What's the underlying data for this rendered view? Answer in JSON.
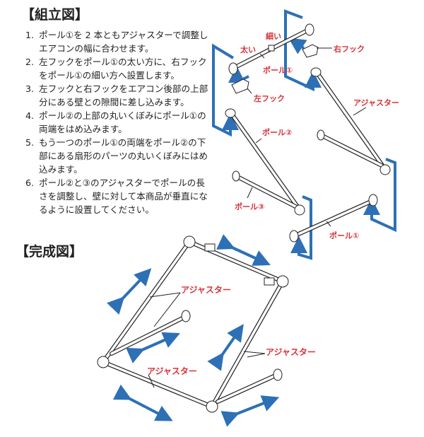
{
  "assembly": {
    "title": "【組立図】",
    "steps": [
      {
        "num": "1.",
        "text": "ポール①を 2 本ともアジャスターで調整しエアコンの幅に合わせます。"
      },
      {
        "num": "2.",
        "text": "左フックをポール①の太い方に、右フックをポール①の細い方へ設置します。"
      },
      {
        "num": "3.",
        "text": "左フックと右フックをエアコン後部の上部分にある壁との隙間に差し込みます。"
      },
      {
        "num": "4.",
        "text": "ポール②の上部の丸いくぼみにポール①の両端をはめ込みます。"
      },
      {
        "num": "5.",
        "text": "もう一つのポール①の両端をポール②の下部にある扇形のパーツの丸いくぼみにはめ込みます。"
      },
      {
        "num": "6.",
        "text": "ポール②と③のアジャスターでポールの長さを調整し、壁に対して本商品が垂直になるように設置してください。"
      }
    ],
    "labels": {
      "thin": "細い",
      "thick": "太い",
      "right_hook": "右フック",
      "pole1_top": "ポール①",
      "left_hook": "左フック",
      "adjuster": "アジャスター",
      "pole2": "ポール②",
      "pole3": "ポール③",
      "pole1_bottom": "ポール①"
    }
  },
  "completed": {
    "title": "【完成図】",
    "labels": [
      "アジャスター",
      "アジャスター",
      "アジャスター"
    ]
  },
  "colors": {
    "label_red": "#d8333b",
    "arrow_blue": "#2d70b6"
  }
}
